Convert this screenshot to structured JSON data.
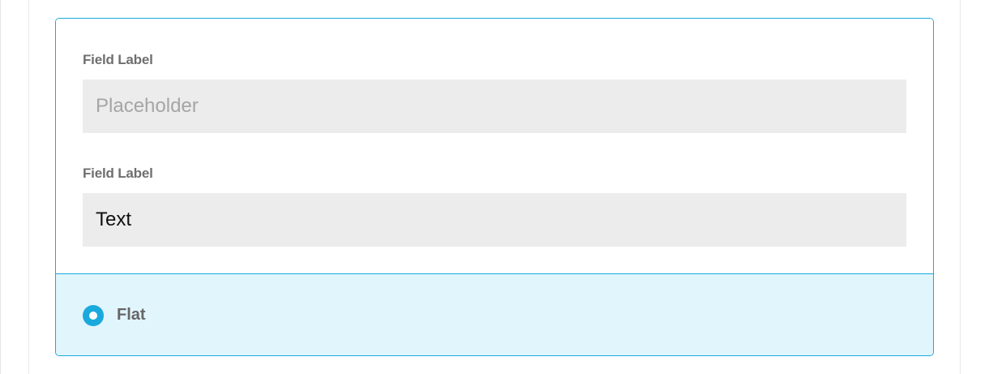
{
  "form": {
    "fields": [
      {
        "label": "Field Label",
        "placeholder": "Placeholder",
        "value": ""
      },
      {
        "label": "Field Label",
        "placeholder": "",
        "value": "Text"
      }
    ],
    "option": {
      "label": "Flat",
      "selected": true
    }
  },
  "colors": {
    "accent": "#1aa9dd",
    "option_background": "#e1f5fd",
    "input_background": "#ececec",
    "label_text": "#6f6f6f"
  },
  "icons": {
    "radio": "radio-selected-icon"
  }
}
